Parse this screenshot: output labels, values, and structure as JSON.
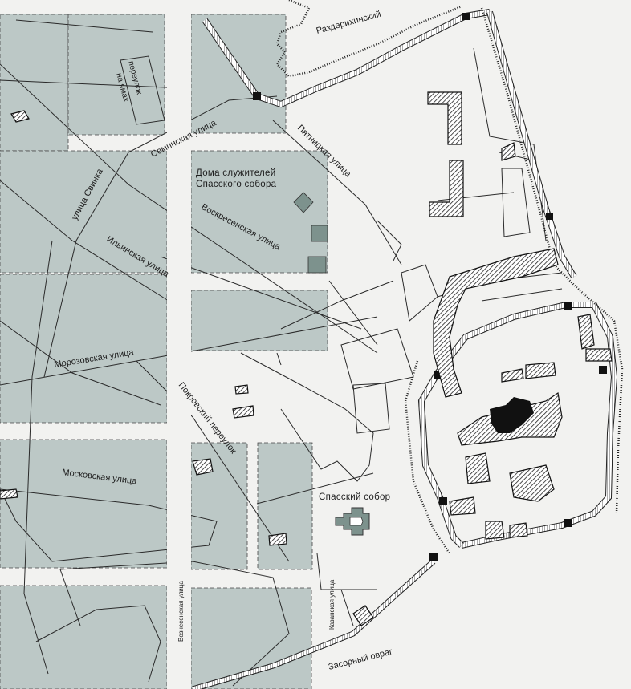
{
  "map": {
    "colors": {
      "paper": "#f2f2f0",
      "block_fill": "#bcc8c6",
      "servant_house_fill": "#7d928d",
      "line": "#2a2a2a",
      "wall_fill": "#ffffff"
    },
    "streets": {
      "razderikhinsky": "Раздерихинский",
      "pereulok": "переулок",
      "na_yamakh": "на ямах",
      "seminskaya": "Семинская улица",
      "pyatnitskaya": "Пятницкая улица",
      "svinka": "улица Свинка",
      "voskresenskaya": "Воскресенская улица",
      "ilyinskaya": "Ильинская улица",
      "morozovskaya": "Морозовская улица",
      "pokrovsky": "Покровский переулок",
      "moskovskaya": "Московская улица",
      "voznesenskaya": "Вознесенская улица",
      "kazanskaya": "Казанская улица",
      "zasorny": "Засорный овраг"
    },
    "places": {
      "servants_houses_line1": "Дома служителей",
      "servants_houses_line2": "Спасского собора",
      "spassky_cathedral": "Спасский собор"
    }
  }
}
